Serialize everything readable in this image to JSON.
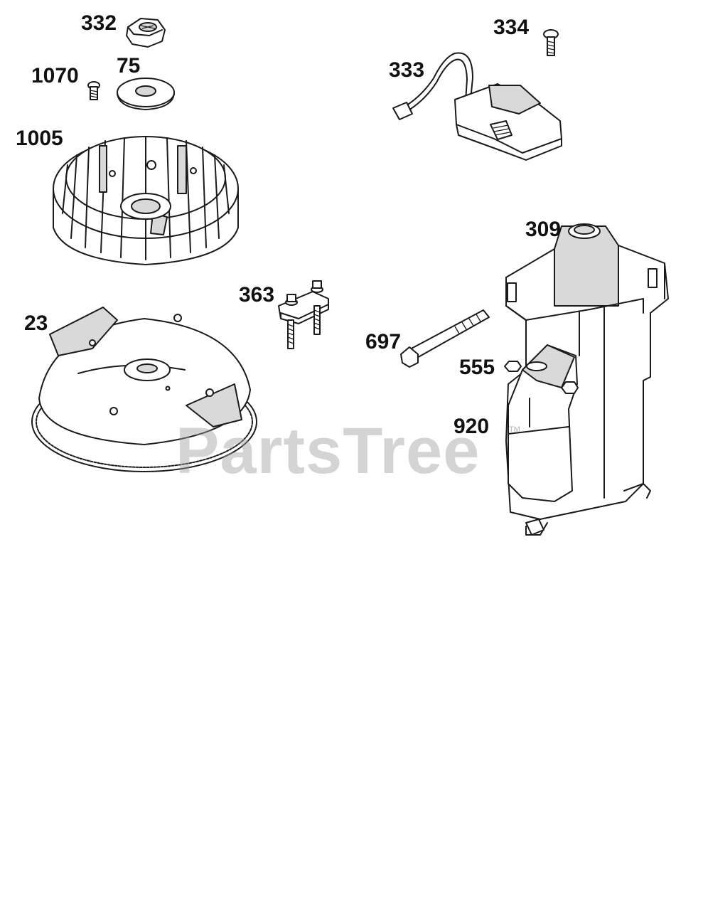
{
  "watermark": {
    "text": "PartsTree",
    "trademark": "TM"
  },
  "parts": [
    {
      "id": "nut",
      "label": "332"
    },
    {
      "id": "washer",
      "label": "75"
    },
    {
      "id": "screw-small",
      "label": "1070"
    },
    {
      "id": "fan",
      "label": "1005"
    },
    {
      "id": "flywheel",
      "label": "23"
    },
    {
      "id": "armature-bracket",
      "label": "363"
    },
    {
      "id": "ignition-coil",
      "label": "333"
    },
    {
      "id": "coil-screw",
      "label": "334"
    },
    {
      "id": "starter-motor",
      "label": "309"
    },
    {
      "id": "starter-bolt",
      "label": "697"
    },
    {
      "id": "solenoid-nut",
      "label": "555"
    },
    {
      "id": "solenoid",
      "label": "920"
    }
  ]
}
